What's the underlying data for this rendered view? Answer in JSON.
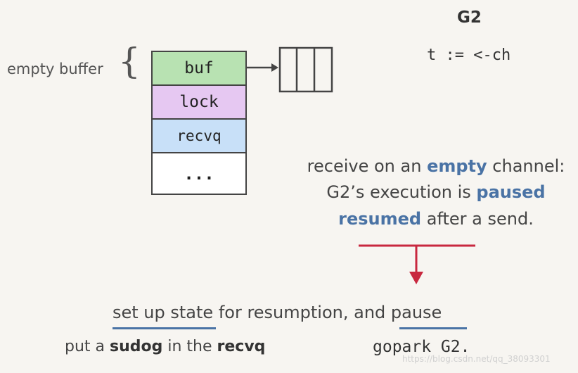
{
  "left_label": "empty buffer",
  "channel_rows": [
    "buf",
    "lock",
    "recvq",
    "..."
  ],
  "goroutine": {
    "title": "G2",
    "code": "t := <-ch"
  },
  "explanation": {
    "l1_a": "receive on an ",
    "l1_b": "empty",
    "l1_c": " channel:",
    "l2_a": "G2’s execution is ",
    "l2_b": "paused",
    "l3_a": "resumed",
    "l3_b": " after a send."
  },
  "bottom": {
    "setup_a": "set up state",
    "setup_b": " for resumption, and ",
    "setup_c": "pause",
    "sudog_a": "put a ",
    "sudog_b": "sudog",
    "sudog_c": " in the ",
    "sudog_d": "recvq",
    "gopark": "gopark G2."
  },
  "watermark": "https://blog.csdn.net/qq_38093301",
  "colors": {
    "accent": "#4a73a5",
    "arrow_red": "#c8283f",
    "buf": "#b8e2b2",
    "lock": "#e6c8f2",
    "recvq": "#c8e0f8"
  }
}
